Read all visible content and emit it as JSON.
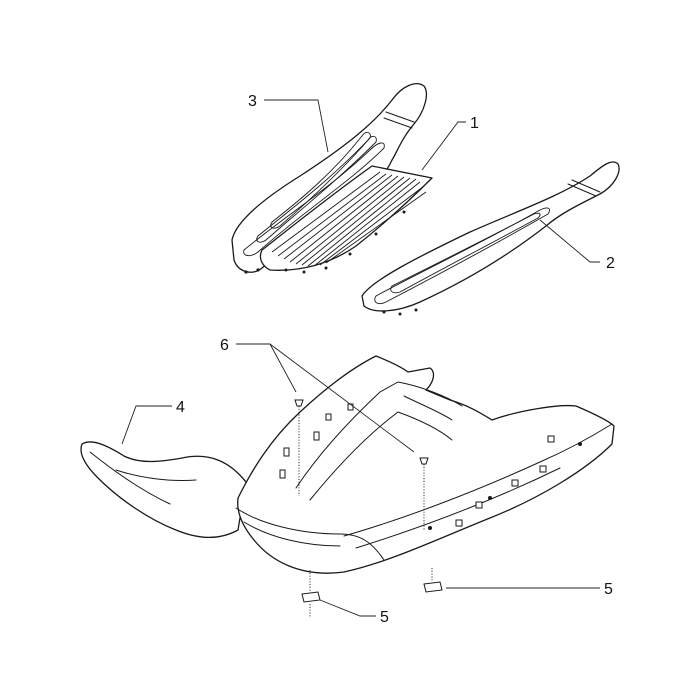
{
  "callouts": {
    "part1": "1",
    "part2": "2",
    "part3": "3",
    "part4": "4",
    "part5a": "5",
    "part5b": "5",
    "part6": "6"
  }
}
